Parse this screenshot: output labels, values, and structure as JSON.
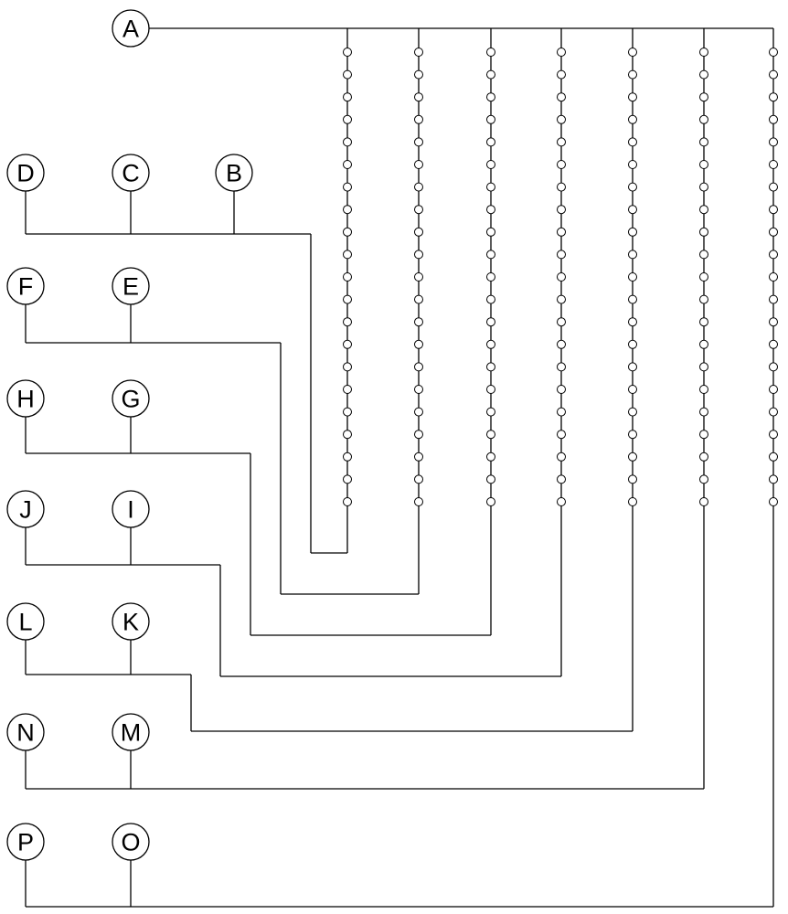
{
  "diagram": {
    "nodes": [
      {
        "id": "A",
        "label": "A"
      },
      {
        "id": "B",
        "label": "B"
      },
      {
        "id": "C",
        "label": "C"
      },
      {
        "id": "D",
        "label": "D"
      },
      {
        "id": "E",
        "label": "E"
      },
      {
        "id": "F",
        "label": "F"
      },
      {
        "id": "G",
        "label": "G"
      },
      {
        "id": "H",
        "label": "H"
      },
      {
        "id": "I",
        "label": "I"
      },
      {
        "id": "J",
        "label": "J"
      },
      {
        "id": "K",
        "label": "K"
      },
      {
        "id": "L",
        "label": "L"
      },
      {
        "id": "M",
        "label": "M"
      },
      {
        "id": "N",
        "label": "N"
      },
      {
        "id": "O",
        "label": "O"
      },
      {
        "id": "P",
        "label": "P"
      }
    ],
    "groups": [
      {
        "members": [
          "D",
          "C",
          "B"
        ],
        "tap_count": 21
      },
      {
        "members": [
          "F",
          "E"
        ],
        "tap_count": 21
      },
      {
        "members": [
          "H",
          "G"
        ],
        "tap_count": 21
      },
      {
        "members": [
          "J",
          "I"
        ],
        "tap_count": 21
      },
      {
        "members": [
          "L",
          "K"
        ],
        "tap_count": 21
      },
      {
        "members": [
          "N",
          "M"
        ],
        "tap_count": 21
      },
      {
        "members": [
          "P",
          "O"
        ],
        "tap_count": 21
      }
    ]
  }
}
